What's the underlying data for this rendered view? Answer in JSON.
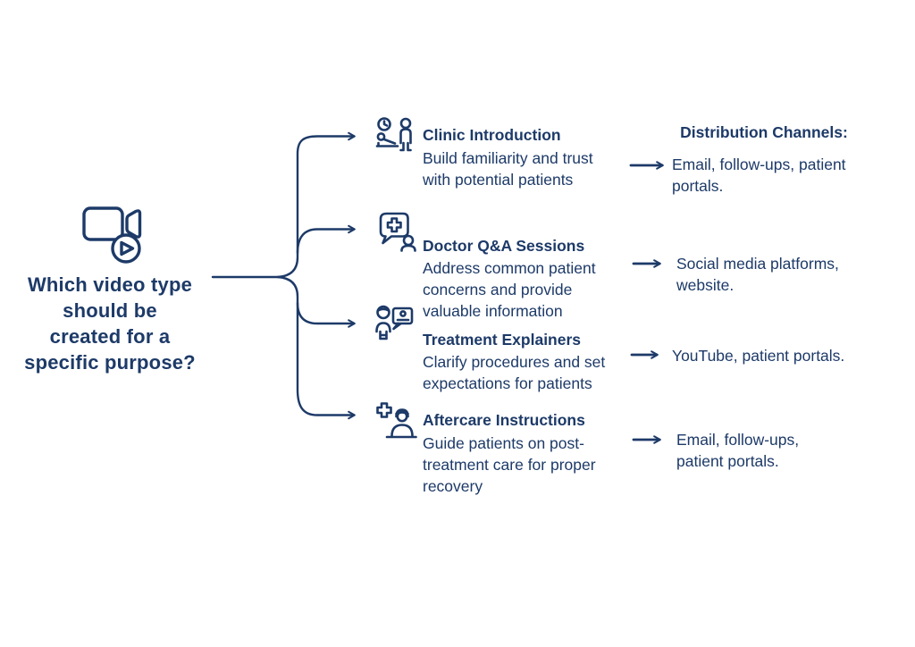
{
  "colors": {
    "navy": "#1d3a68",
    "background": "#ffffff"
  },
  "topic": {
    "icon": "video-play-icon",
    "title_lines": [
      "Which video type",
      "should be",
      "created for a",
      "specific purpose?"
    ]
  },
  "items": [
    {
      "icon": "clinic-waiting-room-icon",
      "title": "Clinic Introduction",
      "description_lines": [
        "Build familiarity and trust",
        "with potential patients"
      ]
    },
    {
      "icon": "medical-chat-bubble-icon",
      "title": "Doctor Q&A Sessions",
      "description_lines": [
        "Address common patient",
        "concerns and provide",
        "valuable information"
      ]
    },
    {
      "icon": "doctor-presentation-icon",
      "title": "Treatment Explainers",
      "description_lines": [
        "Clarify procedures and set",
        "expectations for patients"
      ]
    },
    {
      "icon": "nurse-medical-cross-icon",
      "title": "Aftercare Instructions",
      "description_lines": [
        "Guide patients on post-",
        "treatment care for proper",
        "recovery"
      ]
    }
  ],
  "channels": {
    "header": "Distribution Channels:",
    "entries": [
      {
        "lines": [
          "Email, follow-ups, patient",
          "portals."
        ]
      },
      {
        "lines": [
          "Social media platforms,",
          "website."
        ]
      },
      {
        "lines": [
          "YouTube, patient portals."
        ]
      },
      {
        "lines": [
          "Email, follow-ups,",
          "patient portals."
        ]
      }
    ]
  }
}
